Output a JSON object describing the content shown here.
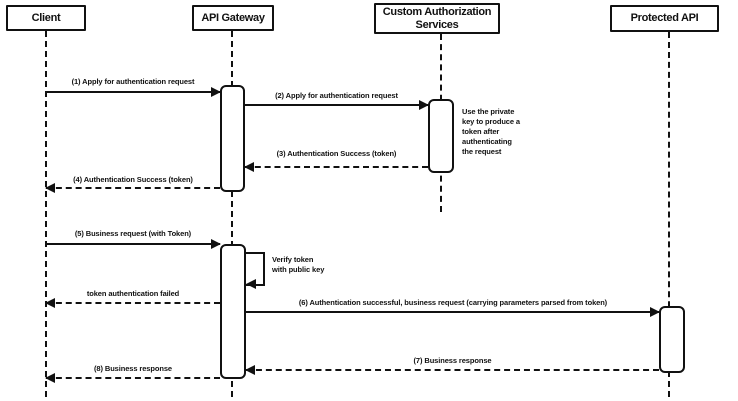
{
  "participants": [
    {
      "id": "client",
      "label": "Client"
    },
    {
      "id": "gateway",
      "label": "API Gateway"
    },
    {
      "id": "authsvc",
      "label": "Custom Authorization\nServices"
    },
    {
      "id": "protected",
      "label": "Protected API"
    }
  ],
  "messages": {
    "m1": "(1) Apply for authentication request",
    "m2": "(2) Apply for authentication request",
    "m3": "(3) Authentication Success (token)",
    "m4": "(4) Authentication Success (token)",
    "m5": "(5) Business request (with Token)",
    "self_msg": "Verify token\nwith public key",
    "fail": "token authentication failed",
    "m6": "(6) Authentication successful, business request (carrying parameters parsed from token)",
    "m7": "(7) Business response",
    "m8": "(8) Business response"
  },
  "notes": {
    "private_key": "Use the private\nkey to produce a\ntoken after\nauthenticating\nthe request"
  },
  "colors": {
    "line": "#111111",
    "background": "#ffffff"
  }
}
